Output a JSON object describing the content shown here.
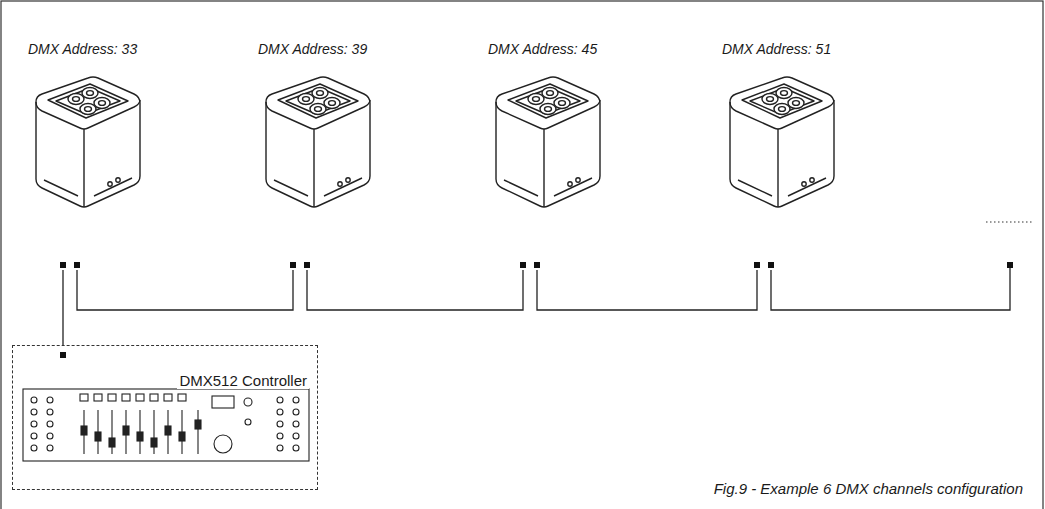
{
  "diagram": {
    "caption": "Fig.9 - Example 6 DMX channels configuration",
    "nodes": [
      {
        "text": [
          "DMX Address: 33"
        ]
      },
      {
        "text": [
          "DMX Address: 39"
        ]
      },
      {
        "text": [
          "DMX Address: 45"
        ]
      },
      {
        "text": [
          "DMX Address: 51"
        ]
      },
      {
        "text": [
          "DMX512 Controller"
        ]
      }
    ],
    "edges": [
      {
        "from": 4,
        "to": 0,
        "arrow": "none"
      },
      {
        "from": 0,
        "to": 1,
        "arrow": "none"
      },
      {
        "from": 1,
        "to": 2,
        "arrow": "none"
      },
      {
        "from": 2,
        "to": 3,
        "arrow": "none"
      }
    ]
  }
}
